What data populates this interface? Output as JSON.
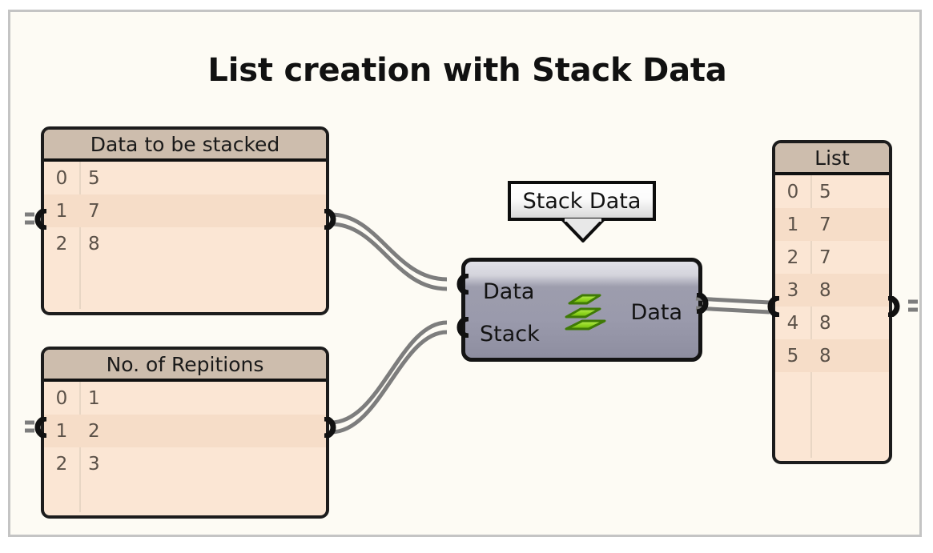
{
  "canvas": {
    "title": "List creation with Stack Data",
    "background_color": "#fdfbf4",
    "border_color": "#c4c4c4"
  },
  "colors": {
    "panel_header": "#cdbdad",
    "panel_body": "#fbe6d4",
    "panel_row_alt": "#f6ddc8",
    "panel_border": "#1c1c1c",
    "node_body": "#9a9aac",
    "node_border": "#141414",
    "wire": "#7d7d7d",
    "icon_green": "#8fd423",
    "text": "#1a1a1a",
    "row_text": "#5b5148"
  },
  "panels": {
    "data_to_be_stacked": {
      "title": "Data to be stacked",
      "rows": [
        {
          "index": "0",
          "value": "5"
        },
        {
          "index": "1",
          "value": "7"
        },
        {
          "index": "2",
          "value": "8"
        }
      ]
    },
    "no_of_repitions": {
      "title": "No. of Repitions",
      "rows": [
        {
          "index": "0",
          "value": "1"
        },
        {
          "index": "1",
          "value": "2"
        },
        {
          "index": "2",
          "value": "3"
        }
      ]
    },
    "list_output": {
      "title": "List",
      "rows": [
        {
          "index": "0",
          "value": "5"
        },
        {
          "index": "1",
          "value": "7"
        },
        {
          "index": "2",
          "value": "7"
        },
        {
          "index": "3",
          "value": "8"
        },
        {
          "index": "4",
          "value": "8"
        },
        {
          "index": "5",
          "value": "8"
        }
      ]
    }
  },
  "node": {
    "tooltip_label": "Stack Data",
    "input_data_label": "Data",
    "input_stack_label": "Stack",
    "output_data_label": "Data",
    "icon": "stacked-layers-icon"
  }
}
